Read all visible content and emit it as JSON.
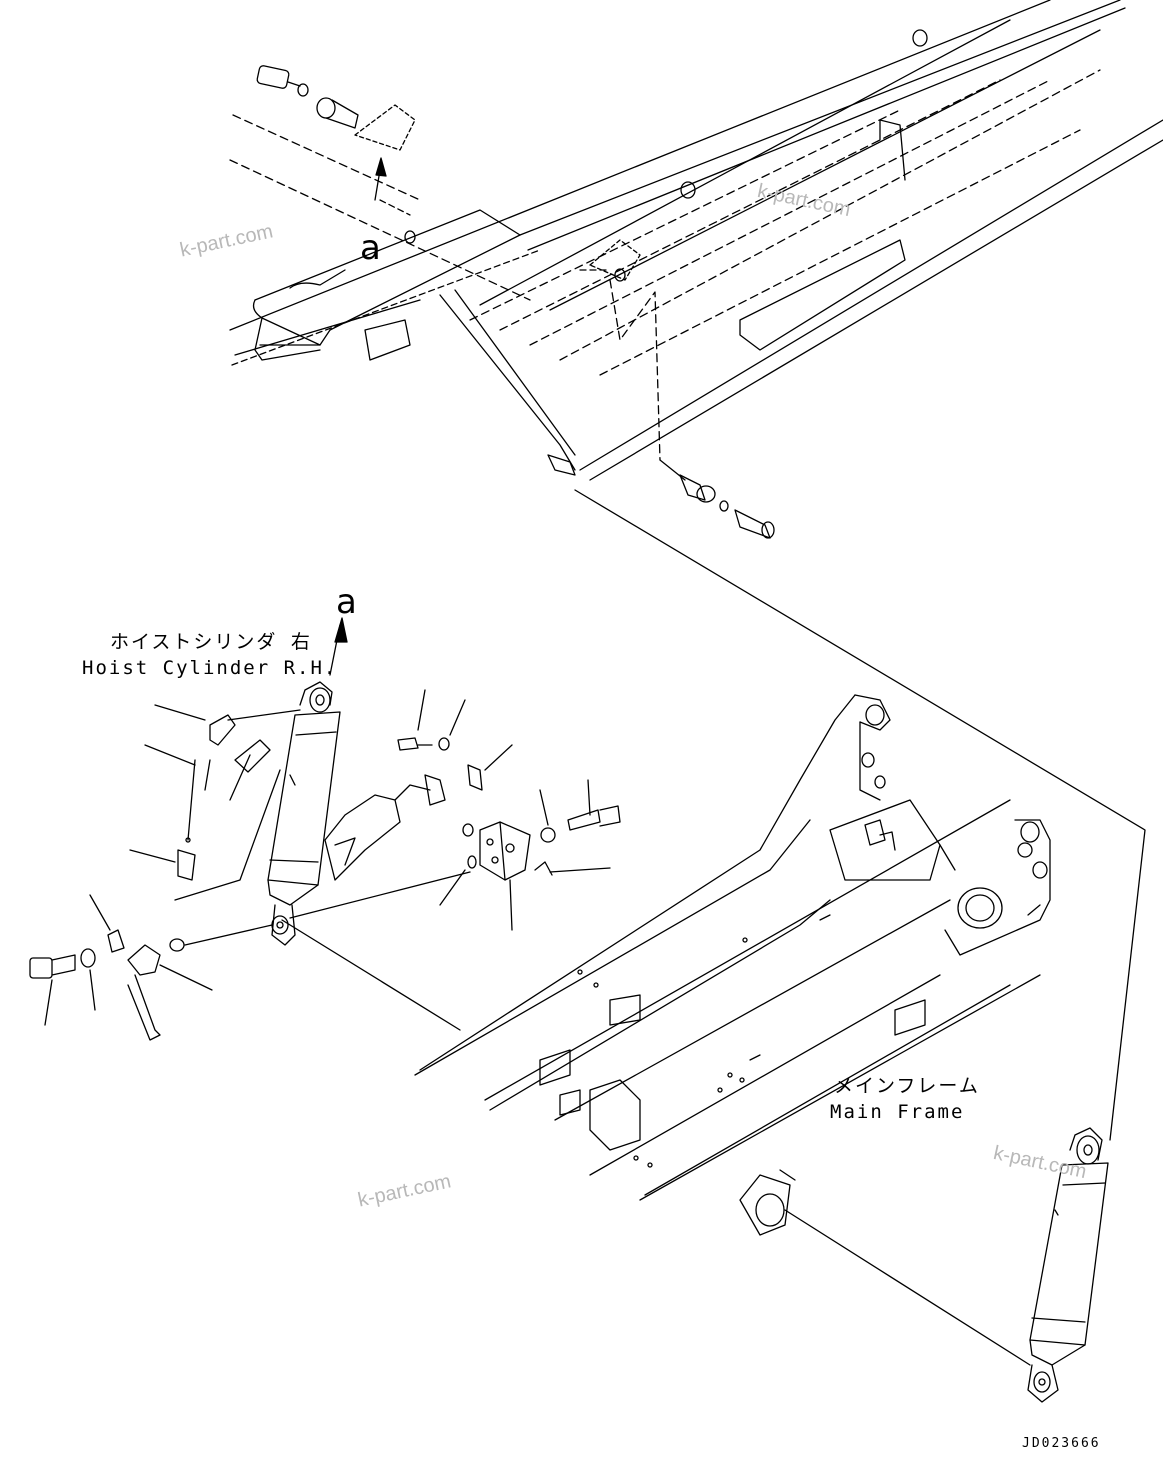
{
  "labels": {
    "hoist_cylinder_jp": "ホイストシリンダ 右",
    "hoist_cylinder_en": "Hoist Cylinder R.H.",
    "main_frame_jp": "メインフレーム",
    "main_frame_en": "Main Frame",
    "callout_upper": "a",
    "callout_lower": "a",
    "document_id": "JD023666"
  },
  "watermarks": [
    "k-part.com",
    "k-part.com",
    "k-part.com",
    "k-part.com"
  ]
}
